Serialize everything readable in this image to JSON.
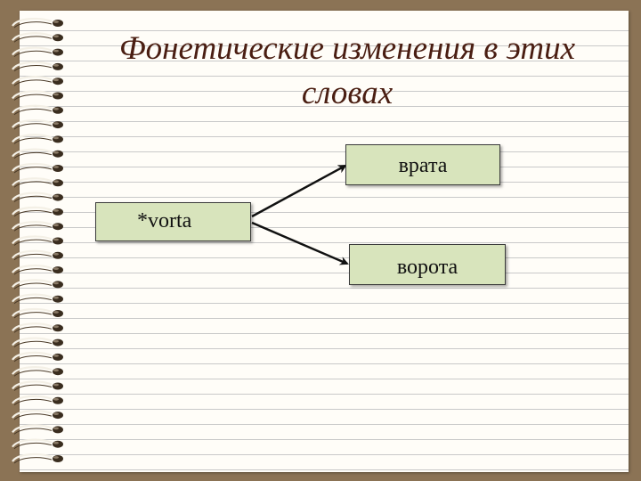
{
  "slide": {
    "title": "Фонетические изменения в этих словах",
    "source_word": "*vorta",
    "result_top": "врата",
    "result_bottom": "ворота"
  },
  "colors": {
    "background": "#8b7355",
    "paper": "#fffdf8",
    "title": "#4a1e12",
    "box_fill": "#d8e4bc",
    "arrow": "#111111"
  },
  "icons": [
    "spiral-ring-icon"
  ]
}
